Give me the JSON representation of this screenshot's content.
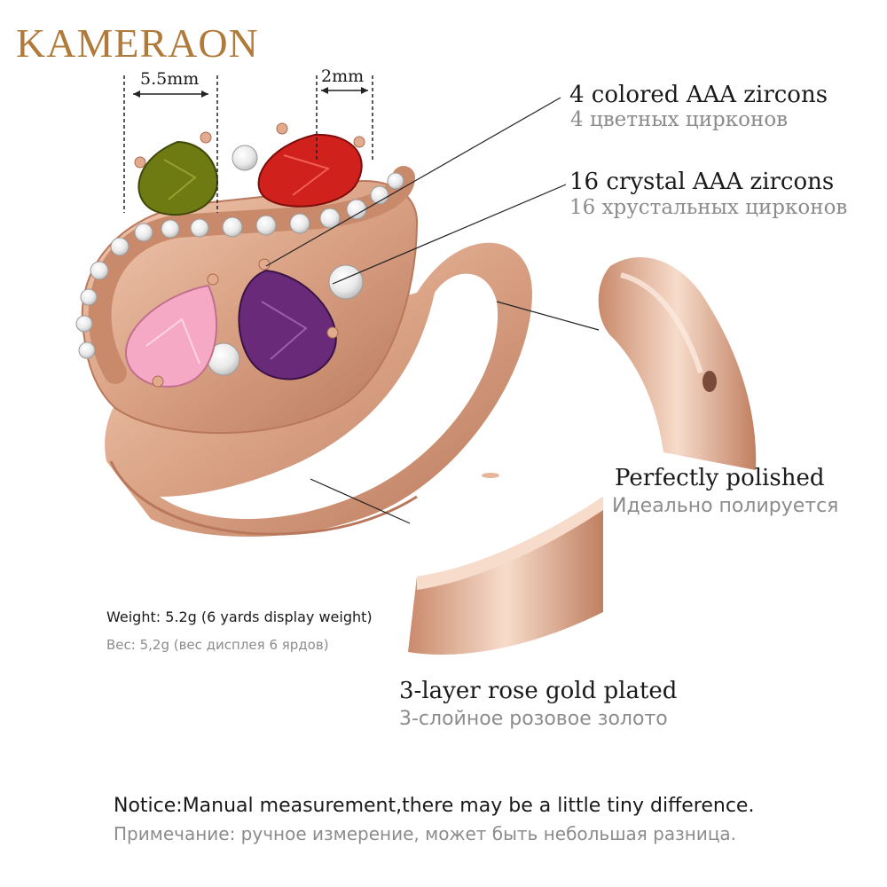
{
  "brand": {
    "name": "KAMERAON",
    "color": "#b07a3a"
  },
  "colors": {
    "rose_gold": "#d9a184",
    "rose_gold_dark": "#b9785b",
    "rose_gold_light": "#f6d8c6"
  },
  "gems": {
    "green": "#6e7a12",
    "red": "#d0211c",
    "pink": "#f5a9c4",
    "purple": "#6a2a7a",
    "crystal": "#f4f4f4"
  },
  "dimensions": {
    "width_large": "5.5mm",
    "width_small": "2mm"
  },
  "features": [
    {
      "en": "4 colored AAA zircons",
      "ru": "4 цветных цирконов"
    },
    {
      "en": "16 crystal AAA zircons",
      "ru": "16 хрустальных цирконов"
    },
    {
      "en": "Perfectly polished",
      "ru": "Идеально полируется"
    },
    {
      "en": "3-layer rose gold plated",
      "ru": "3-слойное розовое золото"
    }
  ],
  "weight": {
    "en": "Weight: 5.2g (6 yards display weight)",
    "ru": "Вес: 5,2g (вес дисплея 6 ярдов)"
  },
  "notice": {
    "en": "Notice:Manual measurement,there may be a little tiny difference.",
    "ru": "Примечание: ручное измерение, может быть небольшая разница."
  }
}
